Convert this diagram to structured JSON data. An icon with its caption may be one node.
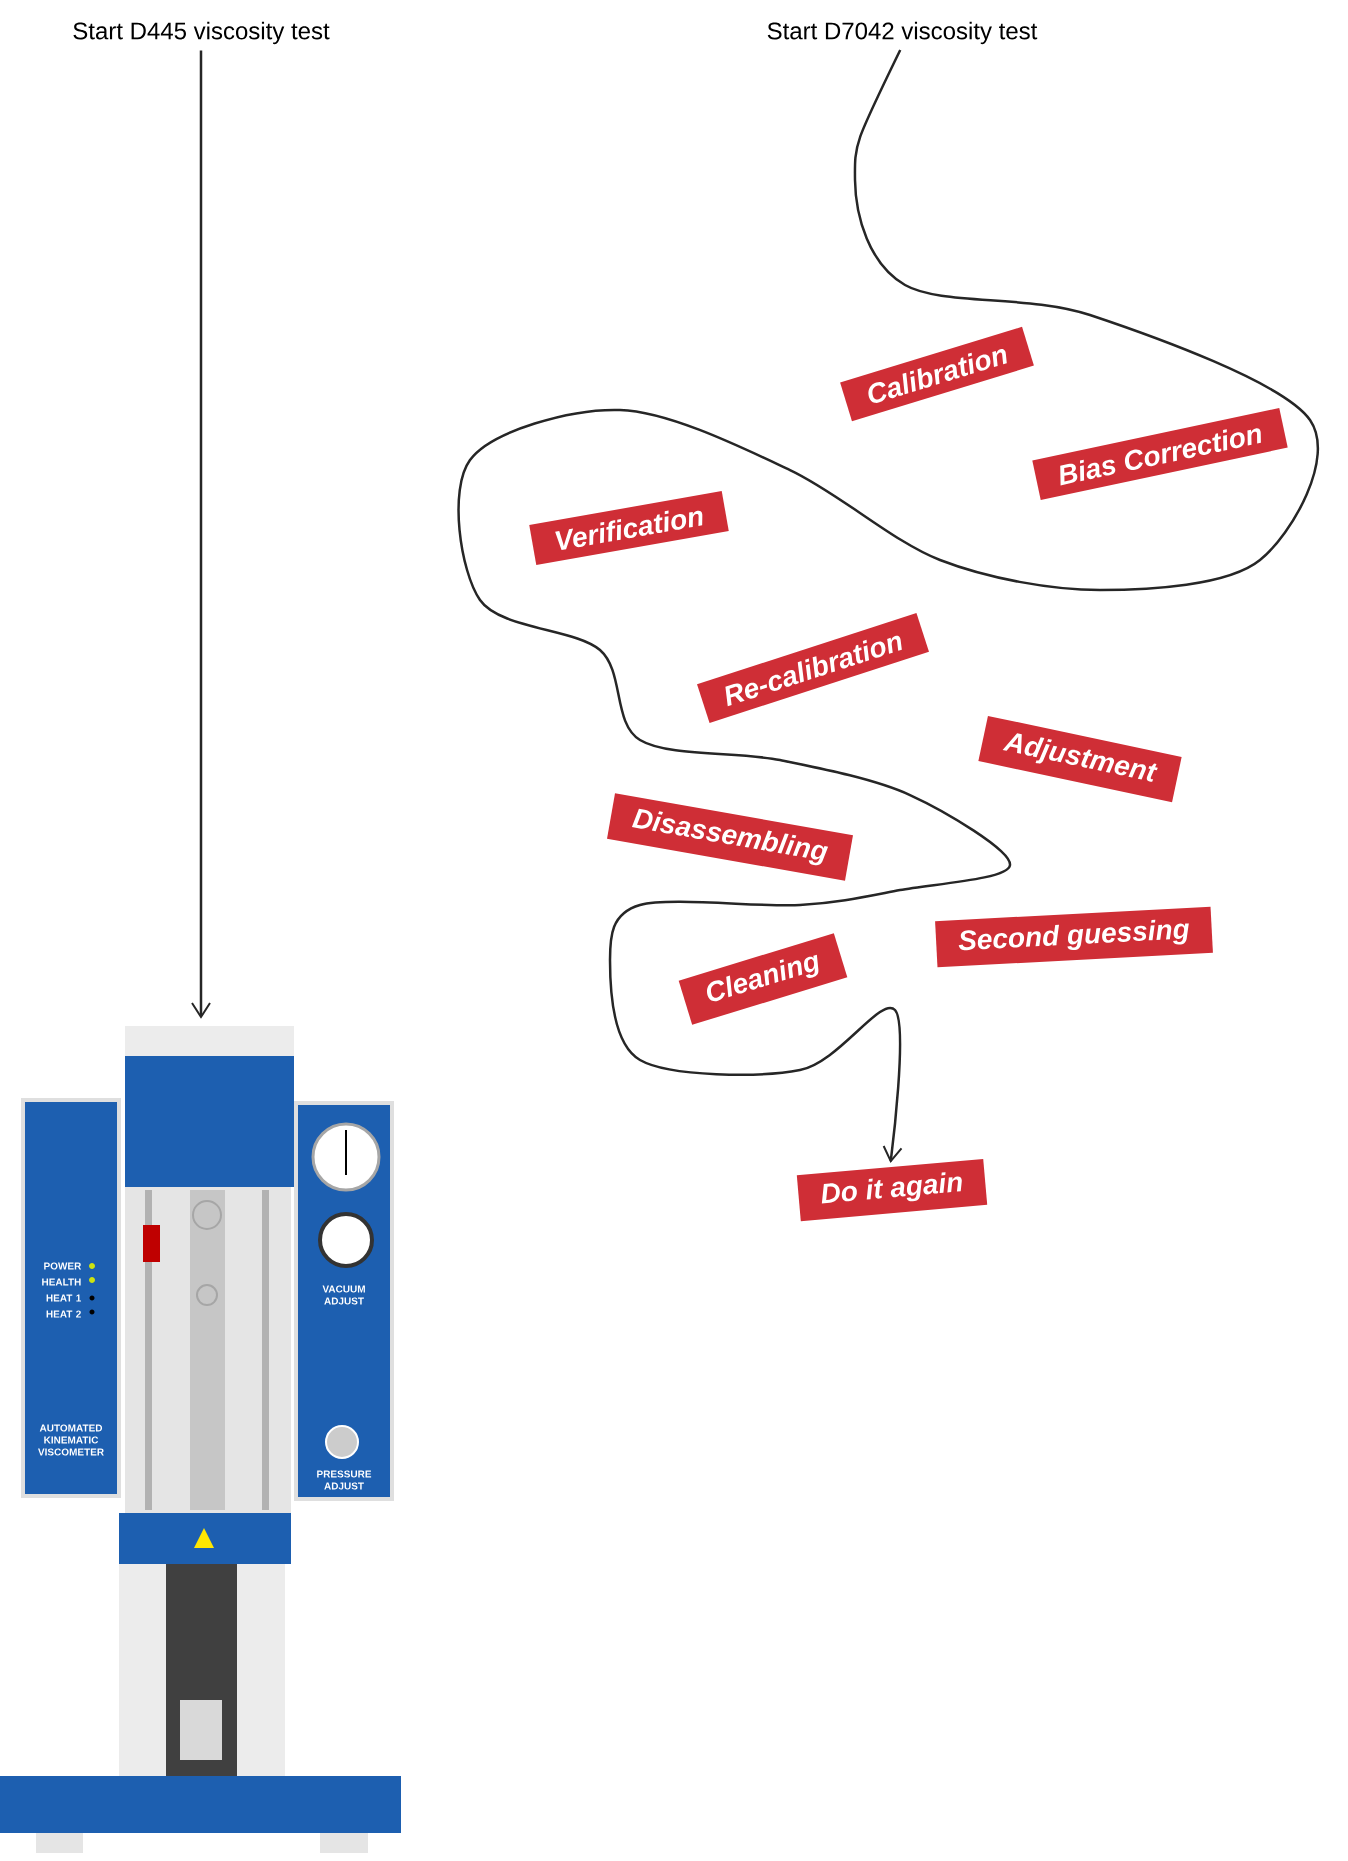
{
  "diagram": {
    "nodes": [
      {
        "text": [
          "Start D445 viscosity test"
        ]
      },
      {
        "text": [],
        "shape": "picture"
      },
      {
        "text": [
          "Start D7042 viscosity test"
        ]
      },
      {
        "text": [
          "Calibration"
        ]
      },
      {
        "text": [
          "Bias Correction"
        ]
      },
      {
        "text": [
          "Verification"
        ]
      },
      {
        "text": [
          "Re-calibration"
        ]
      },
      {
        "text": [
          "Adjustment"
        ]
      },
      {
        "text": [
          "Disassembling"
        ]
      },
      {
        "text": [
          "Second guessing"
        ]
      },
      {
        "text": [
          "Cleaning"
        ]
      },
      {
        "text": [
          "Do it again"
        ]
      }
    ],
    "edges": [
      {
        "from": 0,
        "to": 1,
        "arrow": "to"
      },
      {
        "from": 2,
        "to": 11,
        "arrow": "to"
      }
    ],
    "labels": [
      "POWER",
      "HEALTH",
      "HEAT 1",
      "HEAT 2",
      "VACUUM ADJUST",
      "AUTOMATED KINEMATIC VISCOMETER",
      "PRESSURE ADJUST"
    ]
  }
}
